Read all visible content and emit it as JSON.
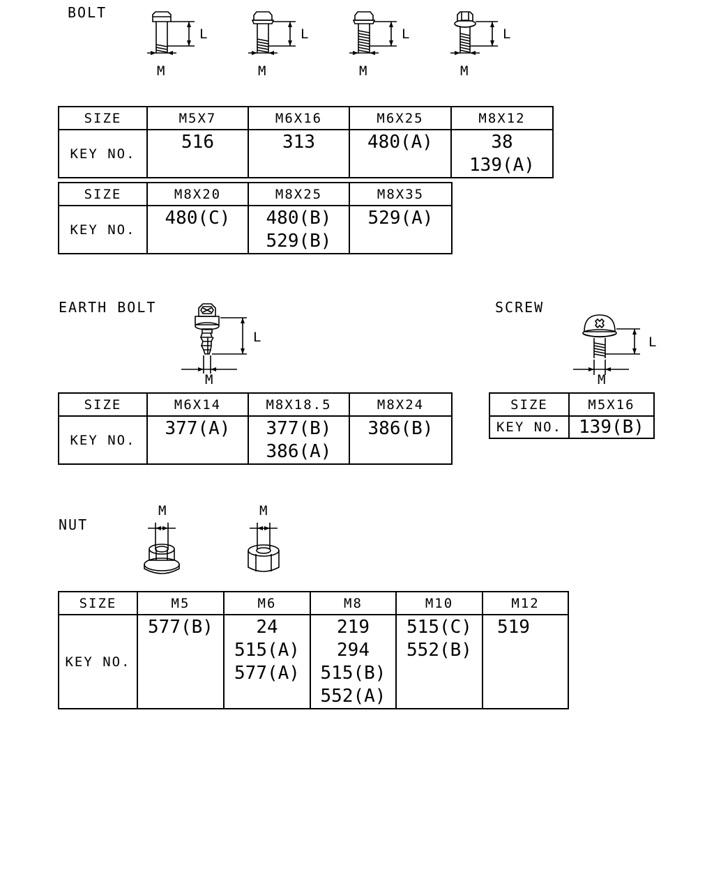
{
  "bolt": {
    "title": "BOLT",
    "m_label": "M",
    "l_label": "L",
    "table1": {
      "size_label": "SIZE",
      "key_label": "KEY NO.",
      "sizes": [
        "M5X7",
        "M6X16",
        "M6X25",
        "M8X12"
      ],
      "keys": [
        [
          "516"
        ],
        [
          "313"
        ],
        [
          "480(A)"
        ],
        [
          "38",
          "139(A)"
        ]
      ]
    },
    "table2": {
      "size_label": "SIZE",
      "key_label": "KEY NO.",
      "sizes": [
        "M8X20",
        "M8X25",
        "M8X35"
      ],
      "keys": [
        [
          "480(C)"
        ],
        [
          "480(B)",
          "529(B)"
        ],
        [
          "529(A)"
        ]
      ]
    }
  },
  "earth_bolt": {
    "title": "EARTH BOLT",
    "m_label": "M",
    "l_label": "L",
    "table": {
      "size_label": "SIZE",
      "key_label": "KEY NO.",
      "sizes": [
        "M6X14",
        "M8X18.5",
        "M8X24"
      ],
      "keys": [
        [
          "377(A)"
        ],
        [
          "377(B)",
          "386(A)"
        ],
        [
          "386(B)"
        ]
      ]
    }
  },
  "screw": {
    "title": "SCREW",
    "m_label": "M",
    "l_label": "L",
    "table": {
      "size_label": "SIZE",
      "key_label": "KEY NO.",
      "sizes": [
        "M5X16"
      ],
      "keys": [
        [
          "139(B)"
        ]
      ]
    }
  },
  "nut": {
    "title": "NUT",
    "m_label": "M",
    "table": {
      "size_label": "SIZE",
      "key_label": "KEY NO.",
      "sizes": [
        "M5",
        "M6",
        "M8",
        "M10",
        "M12"
      ],
      "keys": [
        [
          "577(B)"
        ],
        [
          "24",
          "515(A)",
          "577(A)"
        ],
        [
          "219",
          "294",
          "515(B)",
          "552(A)"
        ],
        [
          "515(C)",
          "552(B)"
        ],
        [
          "519"
        ]
      ]
    }
  }
}
